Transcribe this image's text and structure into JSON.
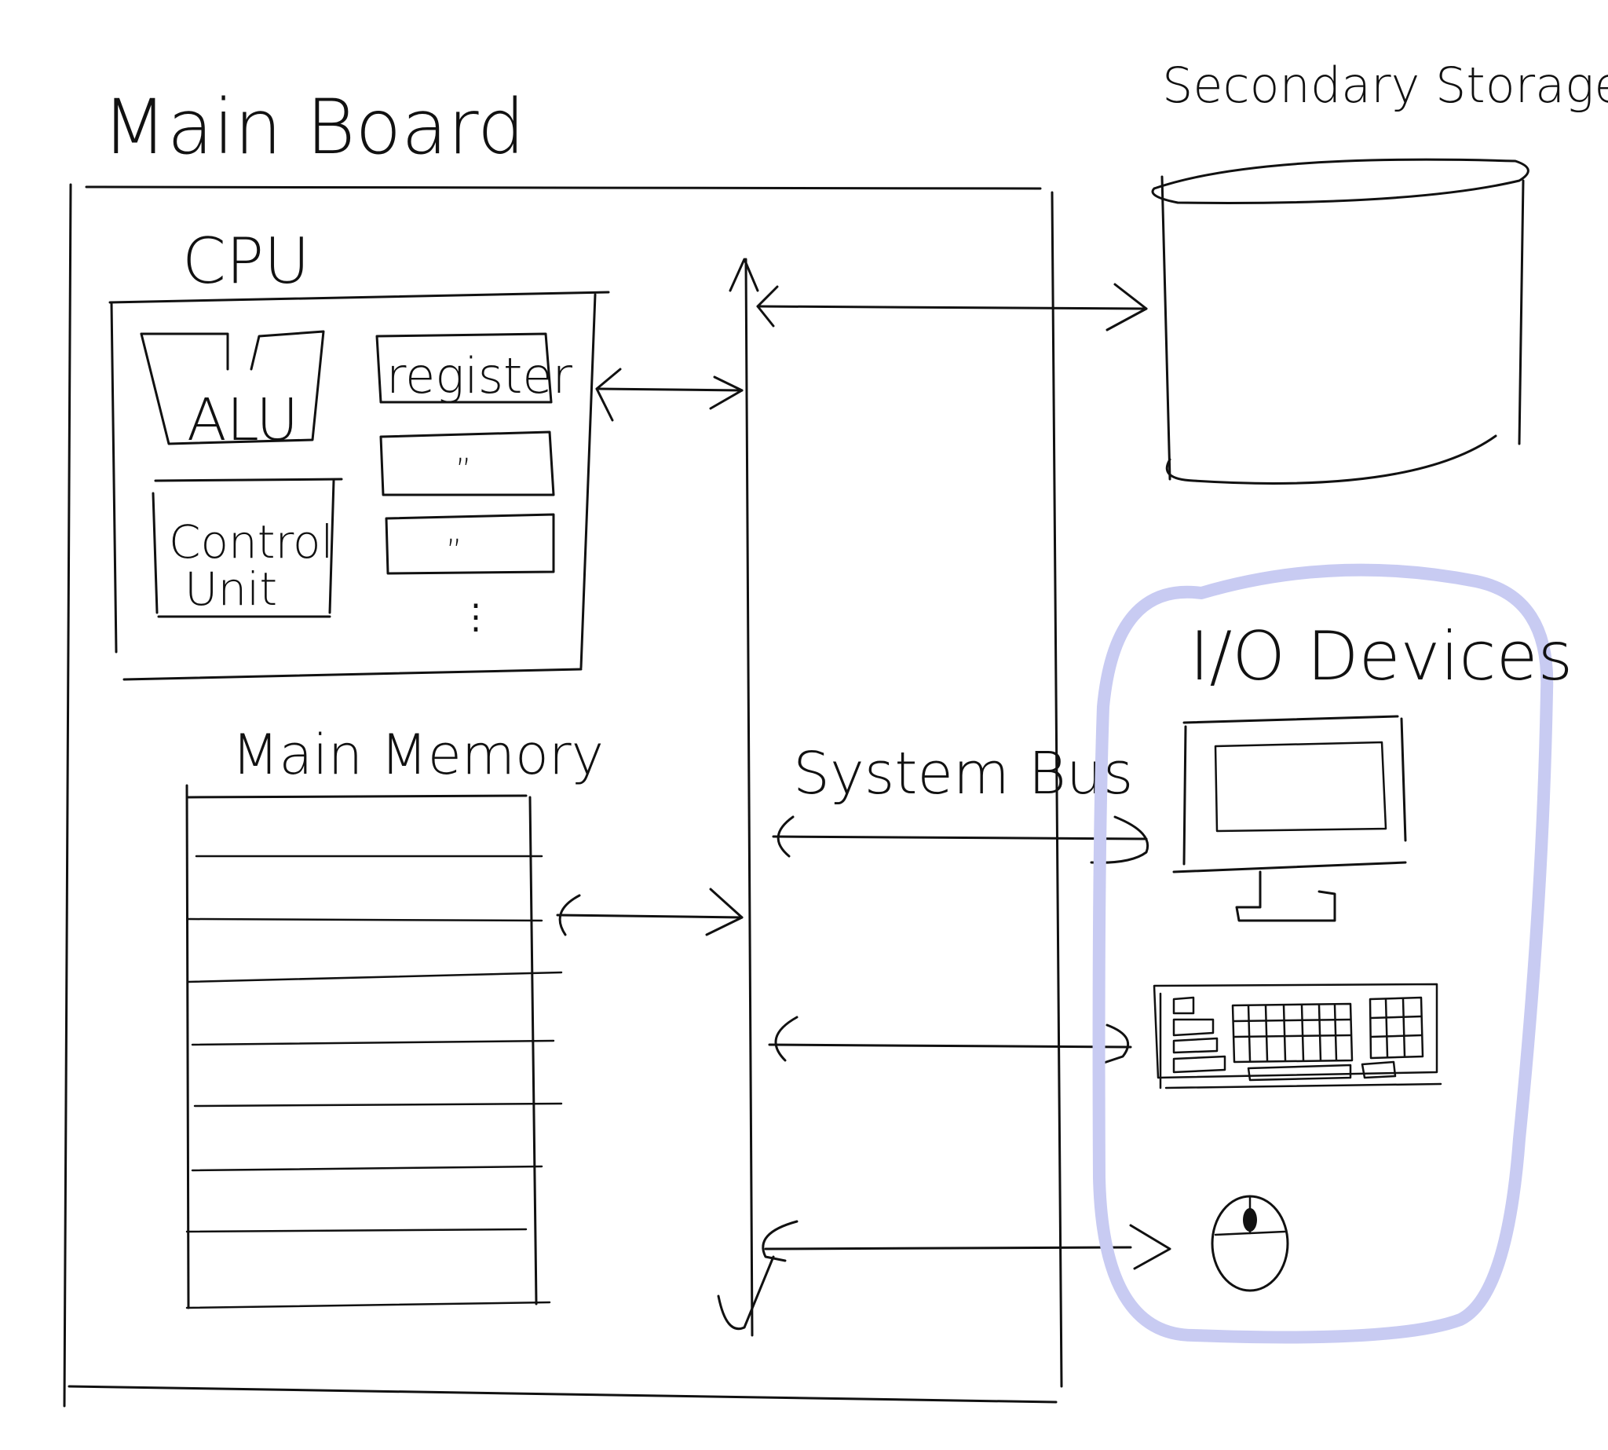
{
  "labels": {
    "main_board": "Main Board",
    "cpu": "CPU",
    "alu": "ALU",
    "register": "register",
    "ditto_1": "”",
    "ditto_2": "”",
    "ellipsis": "⋮",
    "control_unit_line1": "Control",
    "control_unit_line2": "Unit",
    "main_memory": "Main Memory",
    "system_bus": "System Bus",
    "secondary_storage": "Secondary Storage",
    "io_devices": "I/O Devices"
  },
  "colors": {
    "ink": "#111111",
    "io_highlight": "#c8cbf2"
  },
  "icons": [
    "monitor-icon",
    "keyboard-icon",
    "mouse-icon",
    "cylinder-storage-icon"
  ]
}
